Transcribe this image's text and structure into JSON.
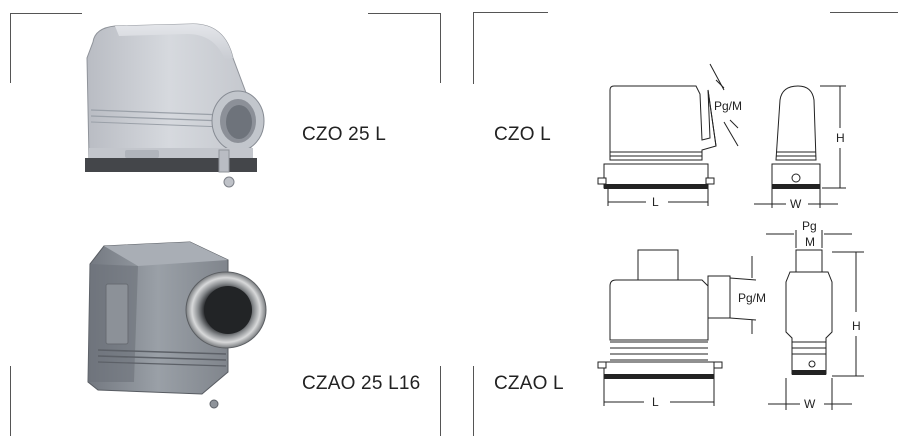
{
  "products": [
    {
      "model": "CZO 25 L",
      "series": "CZO L"
    },
    {
      "model": "CZAO 25 L16",
      "series": "CZAO L"
    }
  ],
  "diagram_top": {
    "cable_entry": "Pg/M",
    "length": "L",
    "width": "W",
    "height": "H"
  },
  "diagram_bottom": {
    "cable_entry": "Pg/M",
    "pg": "Pg",
    "m": "M",
    "length": "L",
    "width": "W",
    "height": "H"
  }
}
